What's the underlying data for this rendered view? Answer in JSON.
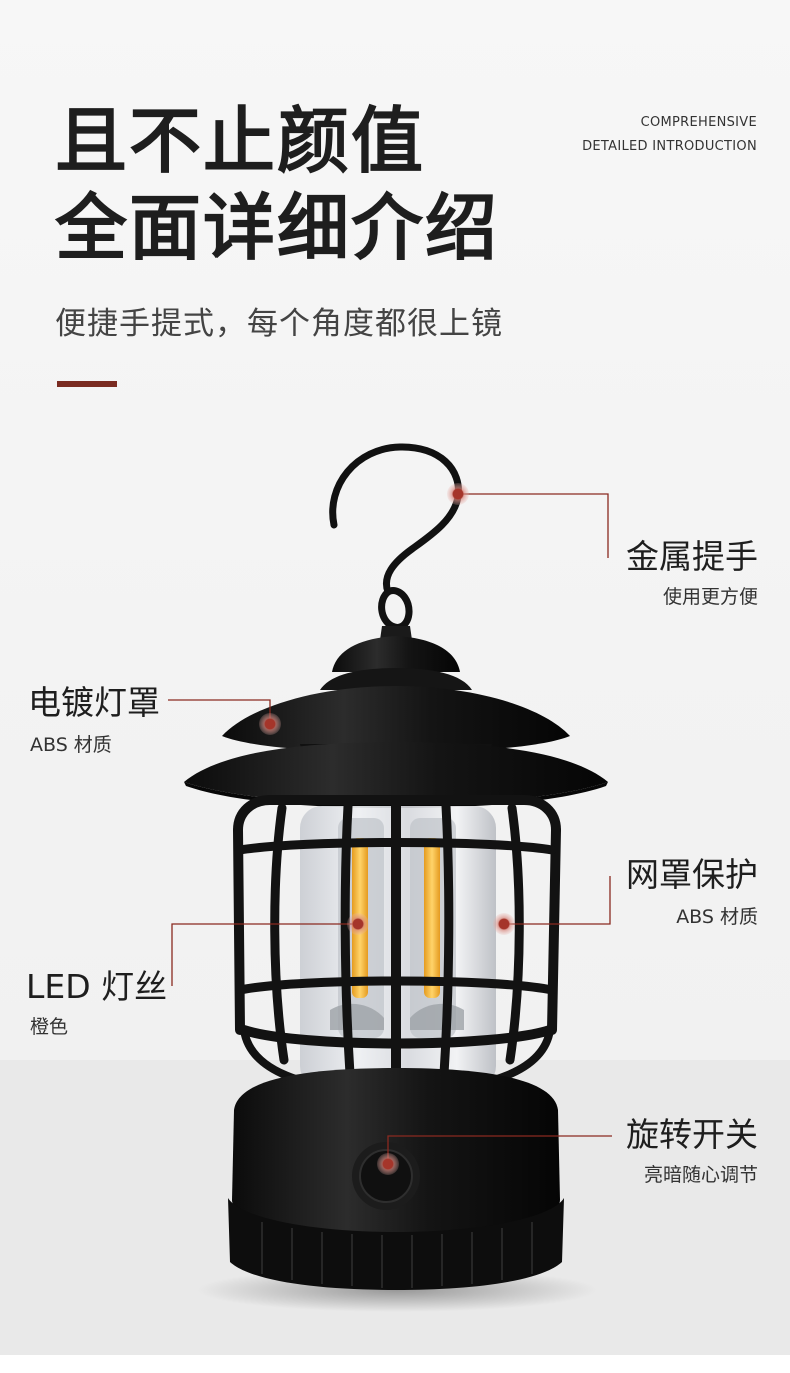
{
  "headline": {
    "line1": "且不止颜值",
    "line2": "全面详细介绍",
    "subtitle": "便捷手提式，每个角度都很上镜"
  },
  "english_tag": {
    "line1": "COMPREHENSIVE",
    "line2": "DETAILED INTRODUCTION"
  },
  "callouts": {
    "handle": {
      "title": "金属提手",
      "sub": "使用更方便"
    },
    "shade": {
      "title": "电镀灯罩",
      "sub": "ABS 材质"
    },
    "guard": {
      "title": "网罩保护",
      "sub": "ABS 材质"
    },
    "filament": {
      "title": "LED 灯丝",
      "sub": "橙色"
    },
    "switch": {
      "title": "旋转开关",
      "sub": "亮暗随心调节"
    }
  },
  "colors": {
    "accent": "#7a2b21",
    "leader_line": "#8a2a20",
    "marker": "#a5352a",
    "lamp_body": "#141414",
    "filament": "#f4b53a"
  }
}
